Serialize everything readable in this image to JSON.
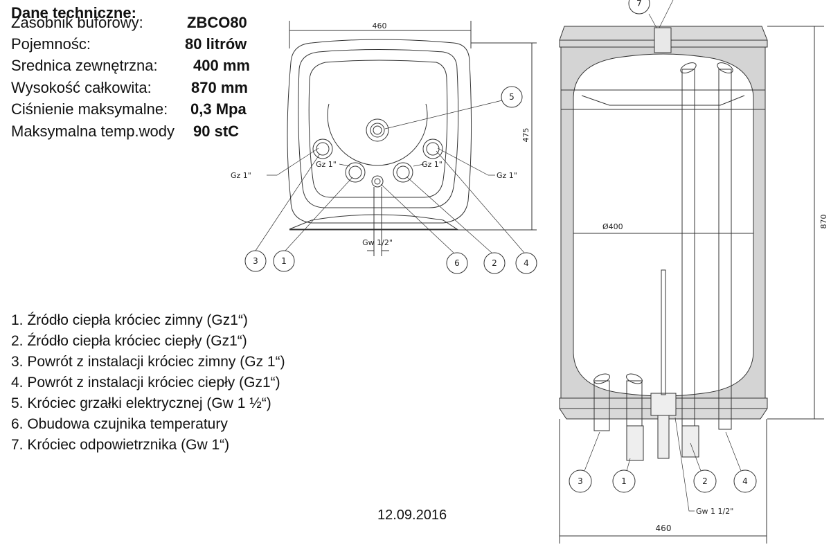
{
  "specs": {
    "title": "Dane techniczne:",
    "rows": [
      {
        "label": "Zasobnik buforowy:",
        "value": "ZBCO80"
      },
      {
        "label": "Pojemnośc:",
        "value": "80 litrów"
      },
      {
        "label": "Srednica zewnętrzna:",
        "value": "400 mm"
      },
      {
        "label": "Wysokość całkowita:",
        "value": "870 mm"
      },
      {
        "label": "Ciśnienie maksymalne:",
        "value": "0,3 Mpa"
      },
      {
        "label": "Maksymalna temp.wody",
        "value": "90 stC"
      }
    ]
  },
  "legend": [
    "1. Źródło ciepła króciec zimny (Gz1“)",
    "2. Źródło ciepła króciec ciepły (Gz1“)",
    "3. Powrót z instalacji króciec zimny (Gz 1“)",
    "4. Powrót z instalacji króciec ciepły (Gz1“)",
    "5. Króciec grzałki elektrycznej (Gw 1 ½“)",
    "6. Obudowa czujnika temperatury",
    "7. Króciec odpowietrznika (Gw 1“)"
  ],
  "date": "12.09.2016",
  "top_view": {
    "width_dim": "460",
    "height_dim": "475",
    "thread_labels": [
      "Gz 1\"",
      "Gz 1\"",
      "Gz 1\"",
      "Gz 1\""
    ],
    "sensor_thread": "Gw 1/2\"",
    "callouts": [
      "3",
      "1",
      "6",
      "2",
      "4",
      "5"
    ]
  },
  "front_view": {
    "height_dim": "870",
    "diameter_dim": "Ø400",
    "width_dim": "460",
    "heater_thread": "Gw 1 1/2\"",
    "callouts": [
      "7",
      "3",
      "1",
      "2",
      "4"
    ]
  }
}
